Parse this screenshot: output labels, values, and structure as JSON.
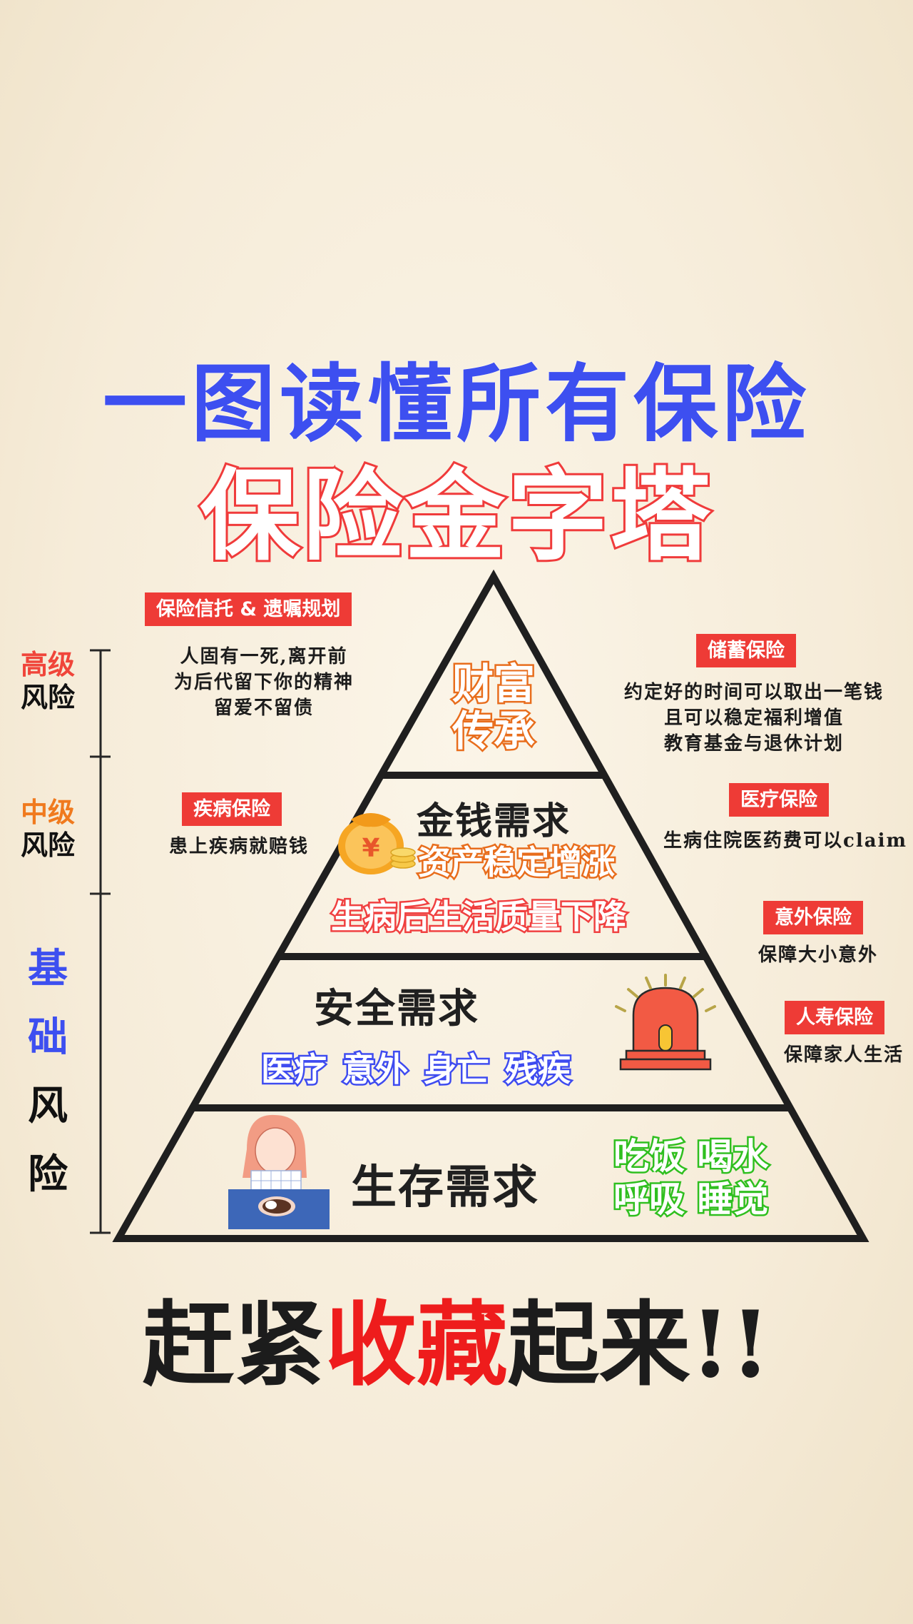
{
  "header": {
    "title": "一图读懂所有保险",
    "subtitle": "保险金字塔"
  },
  "risk_scale": {
    "high": {
      "line1": "高级",
      "line2": "风险",
      "color": "#f0453a"
    },
    "mid": {
      "line1": "中级",
      "line2": "风险",
      "color": "#f07a1e"
    },
    "base": {
      "chars": [
        "基",
        "础",
        "风",
        "险"
      ],
      "colors": [
        "#3d4ff0",
        "#3d4ff0",
        "#111111",
        "#111111"
      ]
    }
  },
  "insurance_notes": {
    "trust": {
      "tag": "保险信托 & 遗嘱规划",
      "lines": [
        "人固有一死,离开前",
        "为后代留下你的精神",
        "留爱不留债"
      ]
    },
    "savings": {
      "tag": "储蓄保险",
      "lines": [
        "约定好的时间可以取出一笔钱",
        "且可以稳定福利增值",
        "教育基金与退休计划"
      ]
    },
    "critical_illness": {
      "tag": "疾病保险",
      "lines": [
        "患上疾病就赔钱"
      ]
    },
    "medical": {
      "tag": "医疗保险",
      "lines": [
        "生病住院医药费可以claim"
      ]
    },
    "accident": {
      "tag": "意外保险",
      "lines": [
        "保障大小意外"
      ]
    },
    "life": {
      "tag": "人寿保险",
      "lines": [
        "保障家人生活"
      ]
    }
  },
  "pyramid": {
    "tiers": [
      {
        "title_lines": [
          "财富",
          "传承"
        ]
      },
      {
        "title": "金钱需求",
        "line2": "资产稳定增涨",
        "line3": "生病后生活质量下降",
        "icon": "money-bag-icon"
      },
      {
        "title": "安全需求",
        "keywords": "医疗 意外 身亡 残疾",
        "icon": "alarm-siren-icon"
      },
      {
        "title": "生存需求",
        "keywords": [
          "吃饭 喝水",
          "呼吸 睡觉"
        ],
        "icon": "girl-eating-illustration"
      }
    ],
    "colors": {
      "stroke": "#1f1f1f",
      "tag_bg": "#ee3b36"
    }
  },
  "footer": {
    "slogan_part1": "赶紧",
    "slogan_highlight": "收藏",
    "slogan_part2": "起来!!"
  }
}
